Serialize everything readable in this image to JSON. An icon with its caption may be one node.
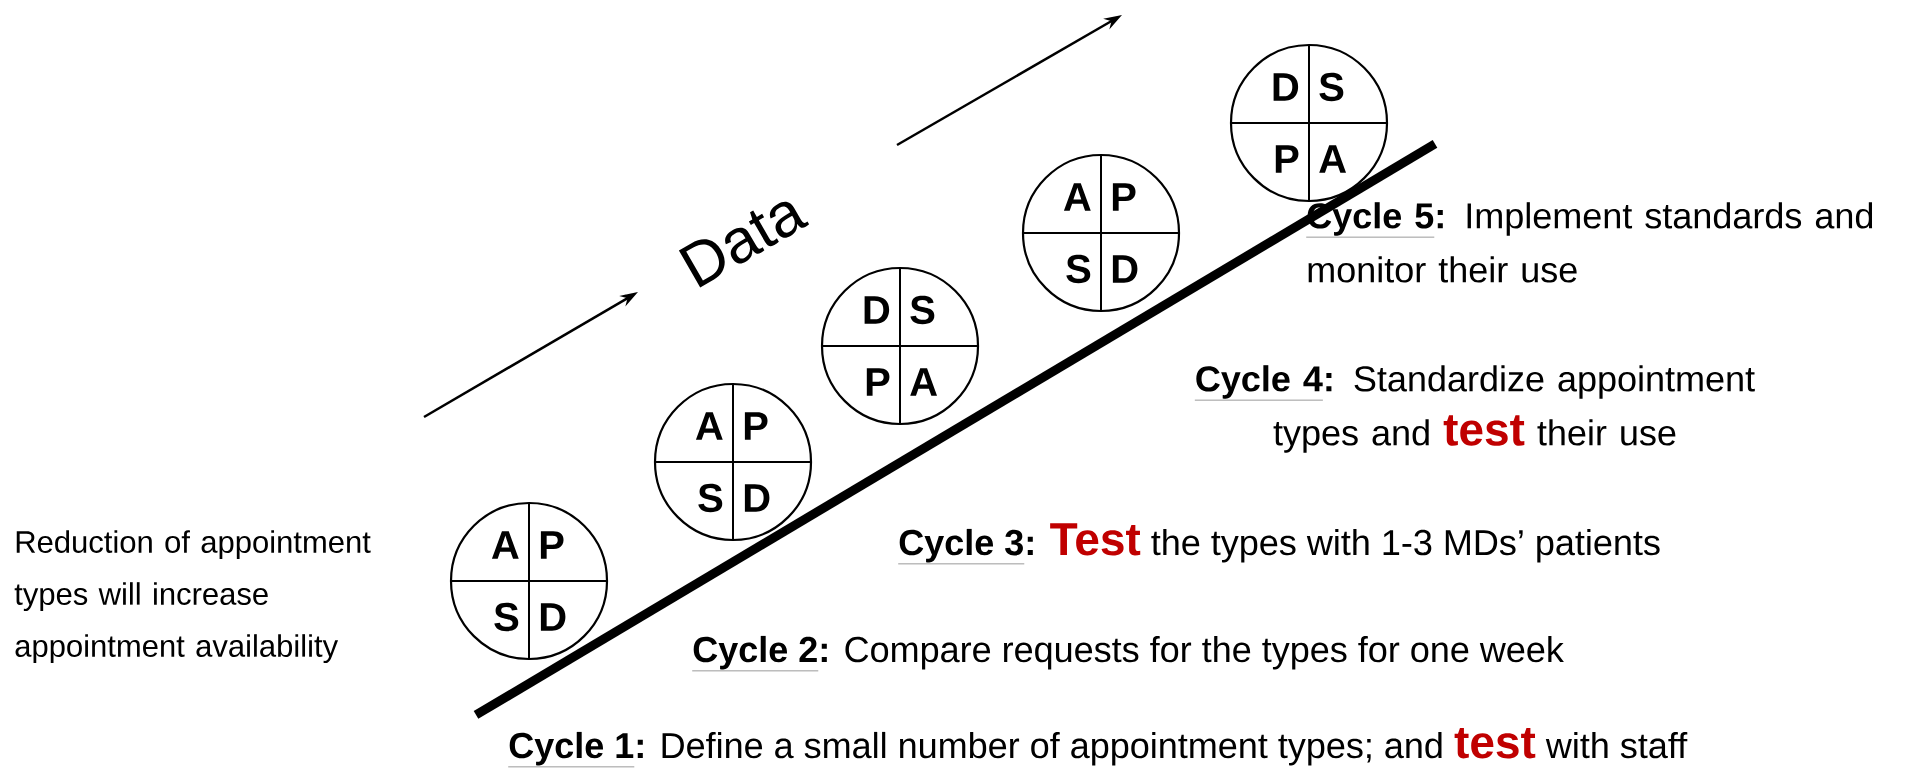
{
  "diagram": {
    "nodes": [
      {
        "text": [
          "A",
          "P",
          "S",
          "D"
        ]
      },
      {
        "text": [
          "A",
          "P",
          "S",
          "D"
        ]
      },
      {
        "text": [
          "D",
          "S",
          "P",
          "A"
        ]
      },
      {
        "text": [
          "A",
          "P",
          "S",
          "D"
        ]
      },
      {
        "text": [
          "D",
          "S",
          "P",
          "A"
        ]
      }
    ],
    "labels": [
      "Data",
      "Cycle 5",
      ":",
      "Implement standards and monitor their use",
      "Cycle 4",
      ":",
      "Standardize appointment types and",
      "test",
      "their use",
      "Cycle 3",
      ":",
      "Test",
      "the types with 1-3 MDs’ patients",
      "Reduction of appointment types will increase appointment availability",
      "Cycle 2",
      ":",
      "Compare requests for the types for one week",
      "Cycle 1",
      ":",
      "Define a small number of appointment types; and",
      "test",
      "with staff"
    ]
  }
}
